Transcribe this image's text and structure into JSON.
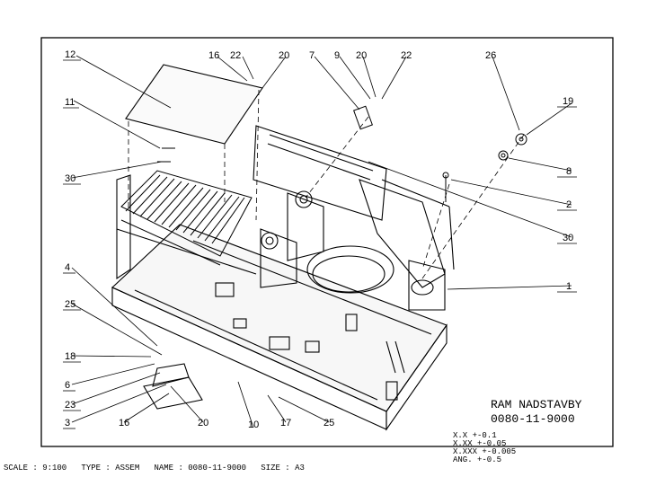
{
  "callouts": [
    "12",
    "16",
    "22",
    "20",
    "7",
    "9",
    "20",
    "22",
    "26",
    "19",
    "11",
    "8",
    "30",
    "2",
    "30",
    "4",
    "1",
    "25",
    "18",
    "6",
    "23",
    "3",
    "16",
    "20",
    "10",
    "17",
    "25"
  ],
  "title_block": {
    "name": "RAM NADSTAVBY",
    "number": "0080-11-9000",
    "tolerances": [
      "X.X    +-0.1",
      "X.XX   +-0.05",
      "X.XXX  +-0.005",
      "ANG.   +-0.5"
    ]
  },
  "footer": {
    "scale": "SCALE : 9:100",
    "type": "TYPE : ASSEM",
    "name": "NAME : 0080-11-9000",
    "size": "SIZE : A3"
  }
}
